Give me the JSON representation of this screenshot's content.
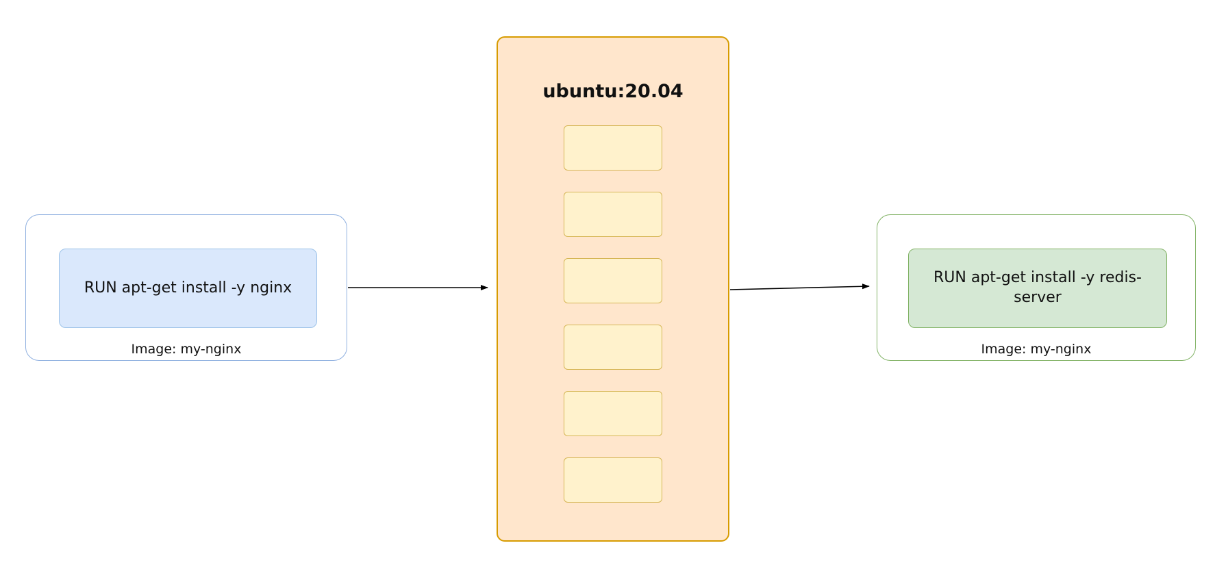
{
  "diagram": {
    "nginx_node": {
      "command": "RUN apt-get install -y nginx",
      "image_label": "Image: my-nginx"
    },
    "base_node": {
      "title": "ubuntu:20.04",
      "layer_count": 6
    },
    "redis_node": {
      "command": "RUN apt-get install -y redis-server",
      "image_label": "Image: my-nginx"
    },
    "colors": {
      "base_fill": "#ffe6cc",
      "base_border": "#d79b00",
      "layer_fill": "#fff2cc",
      "layer_border": "#d6b656",
      "nginx_fill": "#dae8fc",
      "nginx_border": "#9cc2e8",
      "nginx_outer_border": "#8fb0e0",
      "redis_fill": "#d5e8d4",
      "redis_border": "#82b366",
      "redis_outer_border": "#82b366",
      "arrow": "#000000"
    }
  }
}
